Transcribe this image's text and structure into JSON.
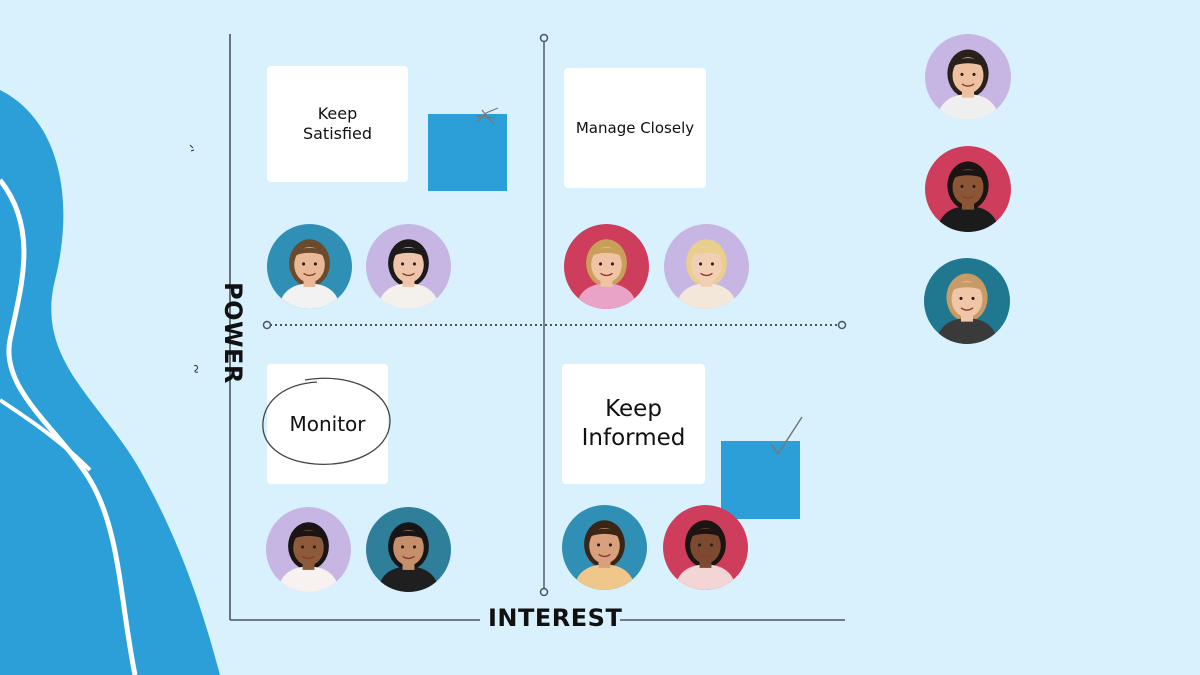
{
  "axes": {
    "y_label": "POWER",
    "x_label": "INTEREST"
  },
  "quadrants": {
    "top_left": "Keep\nSatisfied",
    "top_right": "Manage Closely",
    "bottom_left": "Monitor",
    "bottom_right": "Keep\nInformed"
  },
  "colors": {
    "background": "#d9f1fd",
    "accent_blue": "#2c9fd9",
    "axis": "#4a5560",
    "card": "#ffffff"
  },
  "avatars": [
    {
      "id": "tl-1",
      "bg": "#2f8fb5",
      "skin": "#e9b896",
      "hair": "#6b4a2e",
      "shirt": "#f2f2f2"
    },
    {
      "id": "tl-2",
      "bg": "#c7b6e3",
      "skin": "#eec4aa",
      "hair": "#1e1a1a",
      "shirt": "#f4f1ec"
    },
    {
      "id": "tr-1",
      "bg": "#cf3d5c",
      "skin": "#f0c3a5",
      "hair": "#c9a05a",
      "shirt": "#e8a3c7"
    },
    {
      "id": "tr-2",
      "bg": "#c7b6e3",
      "skin": "#f1cfb5",
      "hair": "#e9cf8e",
      "shirt": "#f2e7d9"
    },
    {
      "id": "bl-1",
      "bg": "#c7b6e3",
      "skin": "#8d5a3c",
      "hair": "#1a1414",
      "shirt": "#f7f2f0"
    },
    {
      "id": "bl-2",
      "bg": "#2f7f9a",
      "skin": "#c48f6a",
      "hair": "#161616",
      "shirt": "#1f1f1f"
    },
    {
      "id": "br-1",
      "bg": "#2f8fb5",
      "skin": "#d9a07d",
      "hair": "#3a2517",
      "shirt": "#f0c78a"
    },
    {
      "id": "br-2",
      "bg": "#cf3d5c",
      "skin": "#7b4a31",
      "hair": "#1b1412",
      "shirt": "#f3d5d5"
    },
    {
      "id": "side-1",
      "bg": "#c7b6e3",
      "skin": "#edc1a0",
      "hair": "#2a211c",
      "shirt": "#efefef"
    },
    {
      "id": "side-2",
      "bg": "#cf3d5c",
      "skin": "#8a5636",
      "hair": "#1a1412",
      "shirt": "#1b1b1b"
    },
    {
      "id": "side-3",
      "bg": "#1f7890",
      "skin": "#efc6a8",
      "hair": "#c69b66",
      "shirt": "#3a3a3a"
    }
  ]
}
